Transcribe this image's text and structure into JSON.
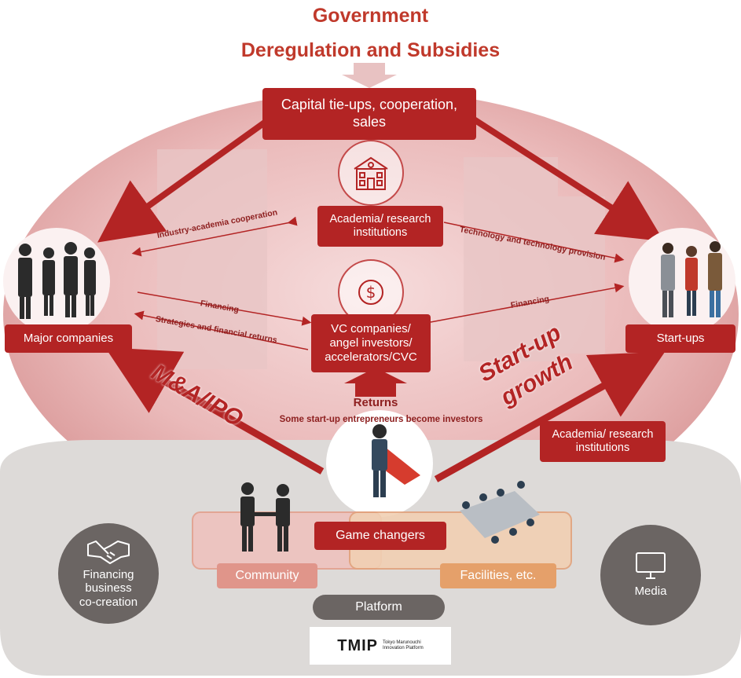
{
  "header": {
    "line1": "Government",
    "line2": "Deregulation and Subsidies"
  },
  "boxes": {
    "capital": "Capital tie-ups, cooperation, sales",
    "academia_center": "Academia/ research institutions",
    "vc": "VC companies/ angel investors/ accelerators/CVC",
    "major": "Major companies",
    "startups": "Start-ups",
    "academia_right": "Academia/ research institutions",
    "game_changers": "Game changers",
    "community": "Community",
    "facilities": "Facilities, etc.",
    "platform": "Platform"
  },
  "flows": {
    "industry_academia": "Industry-academia cooperation",
    "tech_provision": "Technology and technology provision",
    "financing_left": "Financing",
    "strategies": "Strategies and financial returns",
    "financing_right": "Financing",
    "returns": "Returns",
    "some_startup": "Some start-up entrepreneurs become investors"
  },
  "big_labels": {
    "ma_ipo": "M&A/IPO",
    "startup_growth_1": "Start-up",
    "startup_growth_2": "growth"
  },
  "circles": {
    "financing_1": "Financing",
    "financing_2": "business",
    "financing_3": "co-creation",
    "media": "Media"
  },
  "logo": {
    "mark": "TMIP",
    "sub1": "Tokyo Marunouchi",
    "sub2": "Innovation Platform"
  },
  "colors": {
    "accent": "#b32424",
    "title": "#c0392b",
    "gray": "#6b6563"
  }
}
